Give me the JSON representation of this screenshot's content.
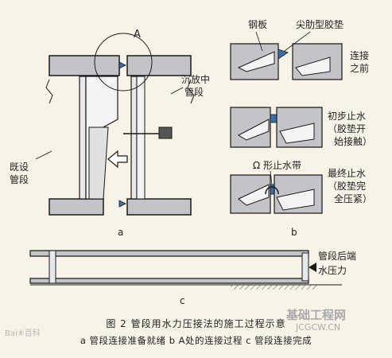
{
  "labels": {
    "a_marker": "A",
    "sunk_tube": [
      "沉放中",
      "管段"
    ],
    "existing_tube": [
      "既设",
      "管段"
    ],
    "panel_a": "a",
    "steel_plate": "钢板",
    "gasket": "尖肋型胶垫",
    "before_connect": [
      "连接",
      "之前"
    ],
    "initial_seal": [
      "初步止水",
      "（胶垫开",
      "始接触）"
    ],
    "omega_band": "Ω 形止水带",
    "final_seal": [
      "最终止水",
      "（胶垫完",
      "全压紧）"
    ],
    "panel_b": "b",
    "rear_pressure": [
      "管段后端",
      "水压力"
    ],
    "panel_c": "c"
  },
  "caption": {
    "title": "图 2   管段用水力压接法的施工过程示意",
    "sub": "a 管段连接准备就绪   b A处的连接过程   c 管段连接完成"
  },
  "watermarks": {
    "baidu": "Bai⑧百科",
    "site": "基础工程网",
    "url": "JCGCW.CN"
  },
  "colors": {
    "concrete": "#c4c4c8",
    "line": "#1a1a1a",
    "gasket": "#3a6fa8",
    "bg": "#f7f3e6"
  }
}
